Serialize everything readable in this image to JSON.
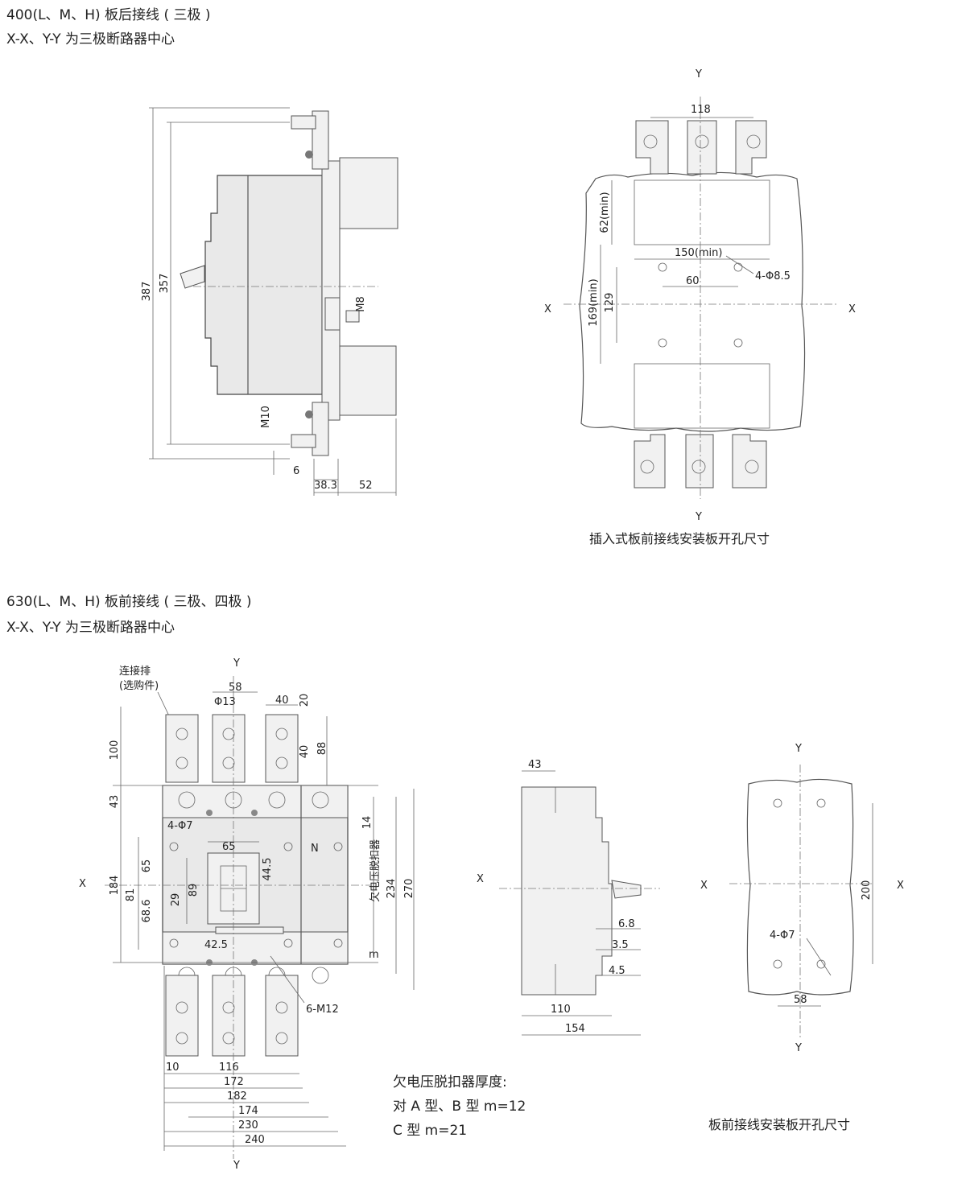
{
  "headings": {
    "s400_title": "400(L、M、H) 板后接线 ( 三极 )",
    "s400_center": "X-X、Y-Y 为三极断路器中心",
    "s630_title": "630(L、M、H) 板前接线 ( 三极、四极 )",
    "s630_center": "X-X、Y-Y 为三极断路器中心"
  },
  "captions": {
    "plugin_cutout": "插入式板前接线安装板开孔尺寸",
    "front_cutout": "板前接线安装板开孔尺寸"
  },
  "note": {
    "title": "欠电压脱扣器厚度:",
    "line1": "对 A 型、B 型 m=12",
    "line2": "C 型 m=21"
  },
  "axes": {
    "x": "X",
    "y": "Y"
  },
  "side400": {
    "d387": "387",
    "d357": "357",
    "m8": "M8",
    "m10": "M10",
    "d6": "6",
    "d38_3": "38.3",
    "d52": "52"
  },
  "cut400": {
    "d118": "118",
    "d62": "62(min)",
    "d150": "150(min)",
    "d4phi": "4-Φ8.5",
    "d60": "60",
    "d169": "169(min)",
    "d129": "129"
  },
  "front630": {
    "busbar1": "连接排",
    "busbar2": "(选购件)",
    "d58": "58",
    "phi13": "Φ13",
    "d40a": "40",
    "d20": "20",
    "d40b": "40",
    "d88": "88",
    "d100": "100",
    "d43": "43",
    "d4phi7": "4-Φ7",
    "d14": "14",
    "d65a": "65",
    "n": "N",
    "d44_5": "44.5",
    "d65b": "65",
    "d89": "89",
    "d29": "29",
    "d184": "184",
    "d81": "81",
    "d68_6": "68.6",
    "d42_5": "42.5",
    "uv": "欠电压脱扣器",
    "d234": "234",
    "d270": "270",
    "m": "m",
    "d6m12": "6-M12",
    "d10": "10",
    "d116": "116",
    "d172": "172",
    "d182": "182",
    "d174": "174",
    "d230": "230",
    "d240": "240"
  },
  "side630": {
    "d43": "43",
    "d6_8": "6.8",
    "d3_5": "3.5",
    "d4_5": "4.5",
    "d110": "110",
    "d154": "154"
  },
  "cut630": {
    "d200": "200",
    "d4phi7": "4-Φ7",
    "d58": "58"
  }
}
